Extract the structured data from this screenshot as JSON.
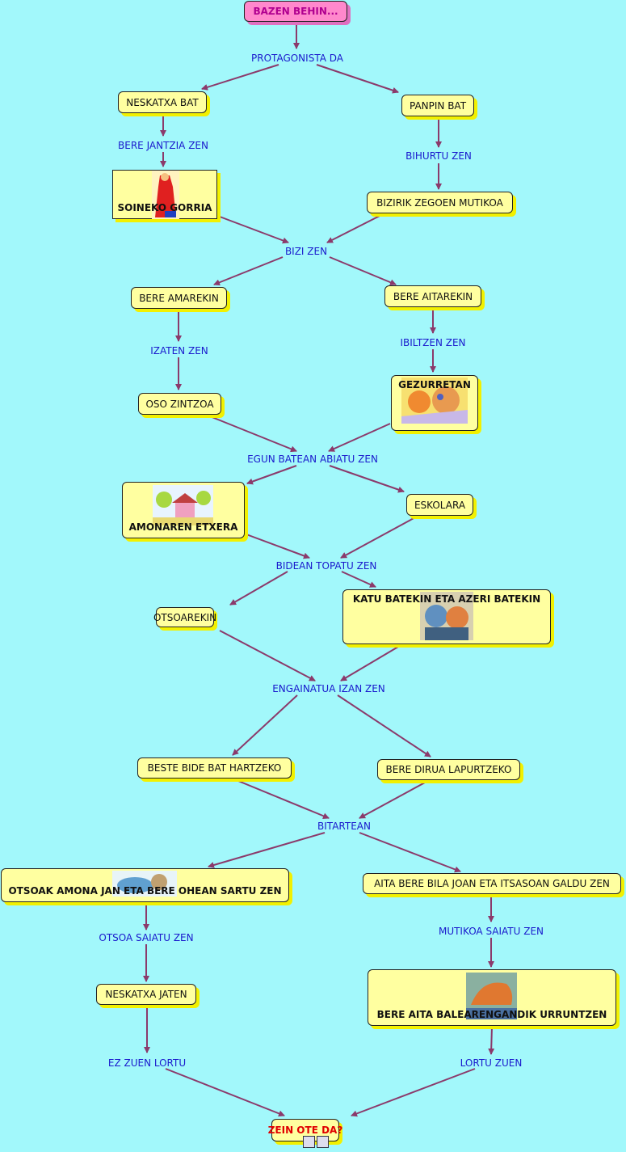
{
  "nodes": {
    "start": "BAZEN BEHIN...",
    "n1": "NESKATXA BAT",
    "n2": "PANPIN BAT",
    "n3": "SOINEKO GORRIA",
    "n4": "BIZIRIK ZEGOEN MUTIKOA",
    "n5": "BERE AMAREKIN",
    "n6": "BERE AITAREKIN",
    "n7": "OSO ZINTZOA",
    "n8": "GEZURRETAN",
    "n9": "AMONAREN ETXERA",
    "n10": "ESKOLARA",
    "n11": "OTSOAREKIN",
    "n12": "KATU BATEKIN ETA AZERI BATEKIN",
    "n13": "BESTE BIDE BAT HARTZEKO",
    "n14": "BERE DIRUA LAPURTZEKO",
    "n15": "OTSOAK AMONA JAN ETA BERE OHEAN SARTU ZEN",
    "n16": "AITA BERE BILA JOAN ETA ITSASOAN GALDU ZEN",
    "n17": "NESKATXA JATEN",
    "n18": "BERE AITA BALEARENGANDIK URRUNTZEN",
    "end": "ZEIN OTE DA?"
  },
  "links": {
    "l1": "PROTAGONISTA DA",
    "l2": "BERE JANTZIA ZEN",
    "l3": "BIHURTU ZEN",
    "l4": "BIZI ZEN",
    "l5": "IZATEN ZEN",
    "l6": "IBILTZEN ZEN",
    "l7": "EGUN BATEAN ABIATU ZEN",
    "l8": "BIDEAN TOPATU ZEN",
    "l9": "ENGAINATUA IZAN ZEN",
    "l10": "BITARTEAN",
    "l11": "OTSOA SAIATU ZEN",
    "l12": "MUTIKOA SAIATU ZEN",
    "l13": "EZ ZUEN LORTU",
    "l14": "LORTU ZUEN"
  },
  "colors": {
    "background": "#a2f8fb",
    "node": "#ffffa0",
    "shadow": "#f2f000",
    "arrow": "#8b3a6b",
    "link_text": "#1a1acd"
  }
}
